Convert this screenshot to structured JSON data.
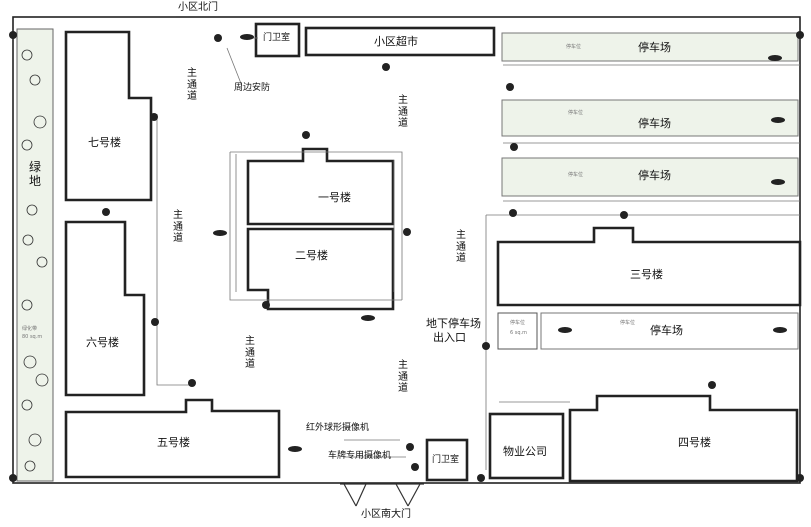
{
  "gates": {
    "north": "小区北门",
    "south": "小区南大门"
  },
  "guard_room_north": "门卫室",
  "guard_room_south": "门卫室",
  "supermarket": "小区超市",
  "green_area": "绿地",
  "buildings": {
    "b1": "一号楼",
    "b2": "二号楼",
    "b3": "三号楼",
    "b4": "四号楼",
    "b5": "五号楼",
    "b6": "六号楼",
    "b7": "七号楼"
  },
  "property_company": "物业公司",
  "parking": {
    "p1": "停车场",
    "p2": "停车场",
    "p3": "停车场",
    "p4": "停车场"
  },
  "underground_parking_line1": "地下停车场",
  "underground_parking_line2": "出入口",
  "main_roads": {
    "r1": "主通道",
    "r2": "主通道",
    "r3": "主通道",
    "r4": "主通道",
    "r5": "主通道",
    "r6": "主通道"
  },
  "annotations": {
    "perimeter_security": "周边安防",
    "infrared_dome_camera": "红外球形摄像机",
    "plate_camera": "车牌专用摄像机"
  },
  "tiny_labels": {
    "green_a": "绿化带",
    "green_b": "80 sq.m",
    "lot_a": "停车位",
    "lot_b": "停车位",
    "lot_c": "停车位",
    "lot_d": "停车位",
    "lot_d2": "6 sq.m",
    "lot_e": "停车位"
  }
}
